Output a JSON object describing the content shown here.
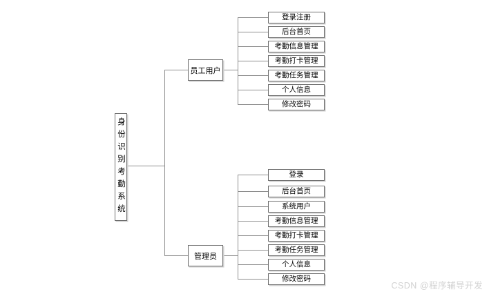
{
  "diagram": {
    "root": {
      "label": "身份识别考勤系统"
    },
    "branches": [
      {
        "label": "员工用户",
        "children": [
          "登录注册",
          "后台首页",
          "考勤信息管理",
          "考勤打卡管理",
          "考勤任务管理",
          "个人信息",
          "修改密码"
        ]
      },
      {
        "label": "管理员",
        "children": [
          "登录",
          "后台首页",
          "系统用户",
          "考勤信息管理",
          "考勤打卡管理",
          "考勤任务管理",
          "个人信息",
          "修改密码"
        ]
      }
    ]
  },
  "watermark": {
    "text": "CSDN @程序辅导开发"
  },
  "colors": {
    "background": "#ffffff",
    "line": "#8c8c8c",
    "box_border": "#6e6e6e",
    "text": "#000000",
    "watermark": "#d2d2d2"
  }
}
